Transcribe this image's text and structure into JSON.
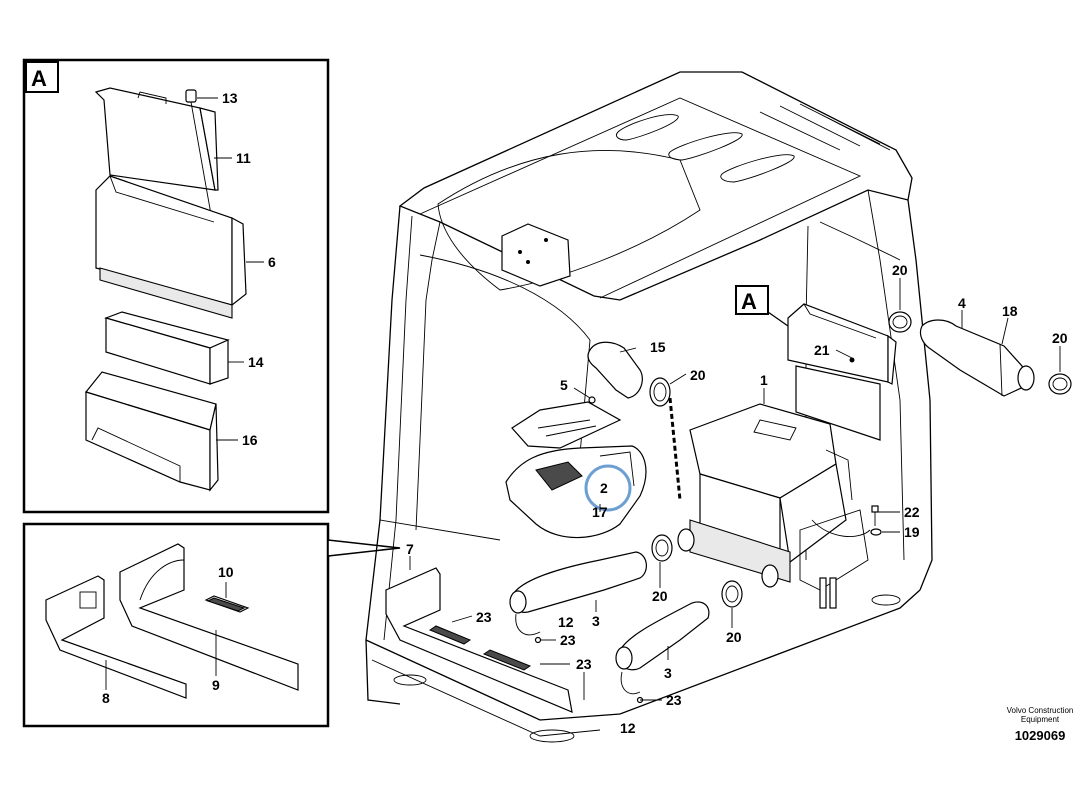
{
  "section_labels": {
    "inset_top": "A",
    "main_view": "A"
  },
  "part_numbers": {
    "p1": "1",
    "p2": "2",
    "p3a": "3",
    "p3b": "3",
    "p4": "4",
    "p5": "5",
    "p6": "6",
    "p7": "7",
    "p8": "8",
    "p9": "9",
    "p10": "10",
    "p11": "11",
    "p12a": "12",
    "p12b": "12",
    "p13": "13",
    "p14": "14",
    "p15": "15",
    "p16": "16",
    "p17": "17",
    "p18": "18",
    "p19": "19",
    "p20a": "20",
    "p20b": "20",
    "p20c": "20",
    "p20d": "20",
    "p20e": "20",
    "p21": "21",
    "p22": "22",
    "p23a": "23",
    "p23b": "23",
    "p23c": "23",
    "p23d": "23"
  },
  "brand": {
    "line1": "Volvo Construction",
    "line2": "Equipment"
  },
  "drawing_number": "1029069",
  "colors": {
    "highlight_circle": "#6e9fd3",
    "ink": "#000000"
  }
}
